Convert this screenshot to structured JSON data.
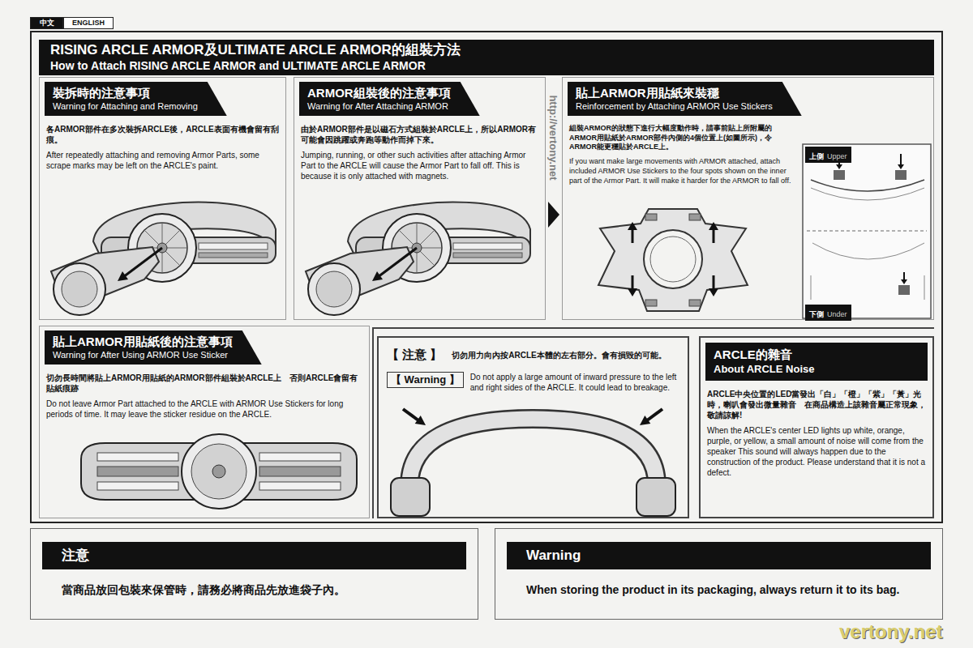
{
  "diagram": {
    "nodes": [
      {
        "text": [
          "中文"
        ]
      },
      {
        "text": [
          "ENGLISH"
        ]
      },
      {
        "text": [
          "RISING ARCLE ARMOR及ULTIMATE ARCLE ARMOR的組裝方法",
          "How to Attach RISING ARCLE ARMOR and ULTIMATE ARCLE ARMOR"
        ]
      },
      {
        "text": [
          "裝拆時的注意事項",
          "Warning for Attaching and Removing",
          "各ARMOR部件在多次裝拆ARCLE後，ARCLE表面有機會留有刮痕。",
          "After repeatedly attaching and removing Armor Parts, some scrape marks may be left on the ARCLE's paint."
        ],
        "in": 2
      },
      {
        "text": [
          "ARMOR組裝後的注意事項",
          "Warning for After Attaching ARMOR",
          "由於ARMOR部件是以磁石方式組裝於ARCLE上，所以ARMOR有可能會因跳躍或奔跑等動作而掉下來。",
          "Jumping, running, or other such activities after attaching Armor Part to the ARCLE will cause the Armor Part to fall off. This is because it is only attached with magnets."
        ],
        "in": 2
      },
      {
        "text": [
          "貼上ARMOR用貼紙來裝穩",
          "Reinforcement by Attaching ARMOR Use Stickers",
          "組裝ARMOR的狀態下進行大幅度動作時，請事前貼上所附屬的ARMOR用貼紙於ARMOR部件內側的4個位置上(如圖所示)，令ARMOR能更穩貼於ARCLE上。",
          "If you want make large movements with ARMOR attached, attach included ARMOR Use Stickers to the four spots shown on the inner part of the Armor Part. It will make it harder for the ARMOR to fall off."
        ],
        "in": 2
      },
      {
        "text": [
          "上側",
          "Upper"
        ],
        "in": 5
      },
      {
        "text": [
          "下側",
          "Under"
        ],
        "in": 5
      },
      {
        "text": [
          "貼上ARMOR用貼紙後的注意事項",
          "Warning for After Using ARMOR Use Sticker",
          "切勿長時間將貼上ARMOR用貼紙的ARMOR部件組裝於ARCLE上　否則ARCLE會留有貼紙痕跡",
          "Do not leave Armor Part attached to the ARCLE with ARMOR Use Stickers for long periods of time. It may leave the sticker residue on the ARCLE."
        ],
        "in": 2
      },
      {
        "text": [
          "【 注意 】",
          "切勿用力向內按ARCLE本體的左右部分。會有損毀的可能。",
          "【 Warning 】",
          "Do not apply a large amount of inward pressure to the left and right sides of the ARCLE. It could lead to breakage."
        ],
        "in": 2
      },
      {
        "text": [
          "ARCLE的雜音",
          "About ARCLE Noise",
          "ARCLE中央位置的LED當發出「白」「橙」「紫」「黃」光時，喇叭會發出微量雜音　在商品構造上該雜音屬正常現象，敬請諒解!",
          "When the ARCLE's center LED lights up white, orange, purple, or yellow, a small amount of noise will come from the speaker This sound will always happen due to the construction of the product. Please understand that it is not a defect."
        ],
        "in": 2
      },
      {
        "text": [
          "注意",
          "當商品放回包裝來保管時，請務必將商品先放進袋子內。"
        ]
      },
      {
        "text": [
          "Warning",
          "When storing the product in its packaging, always return it to its bag."
        ]
      }
    ],
    "edges": [
      {
        "from": 4,
        "to": 5,
        "arrow": "to"
      }
    ],
    "labels": [
      "http://vertony.net",
      "vertony.net"
    ]
  }
}
